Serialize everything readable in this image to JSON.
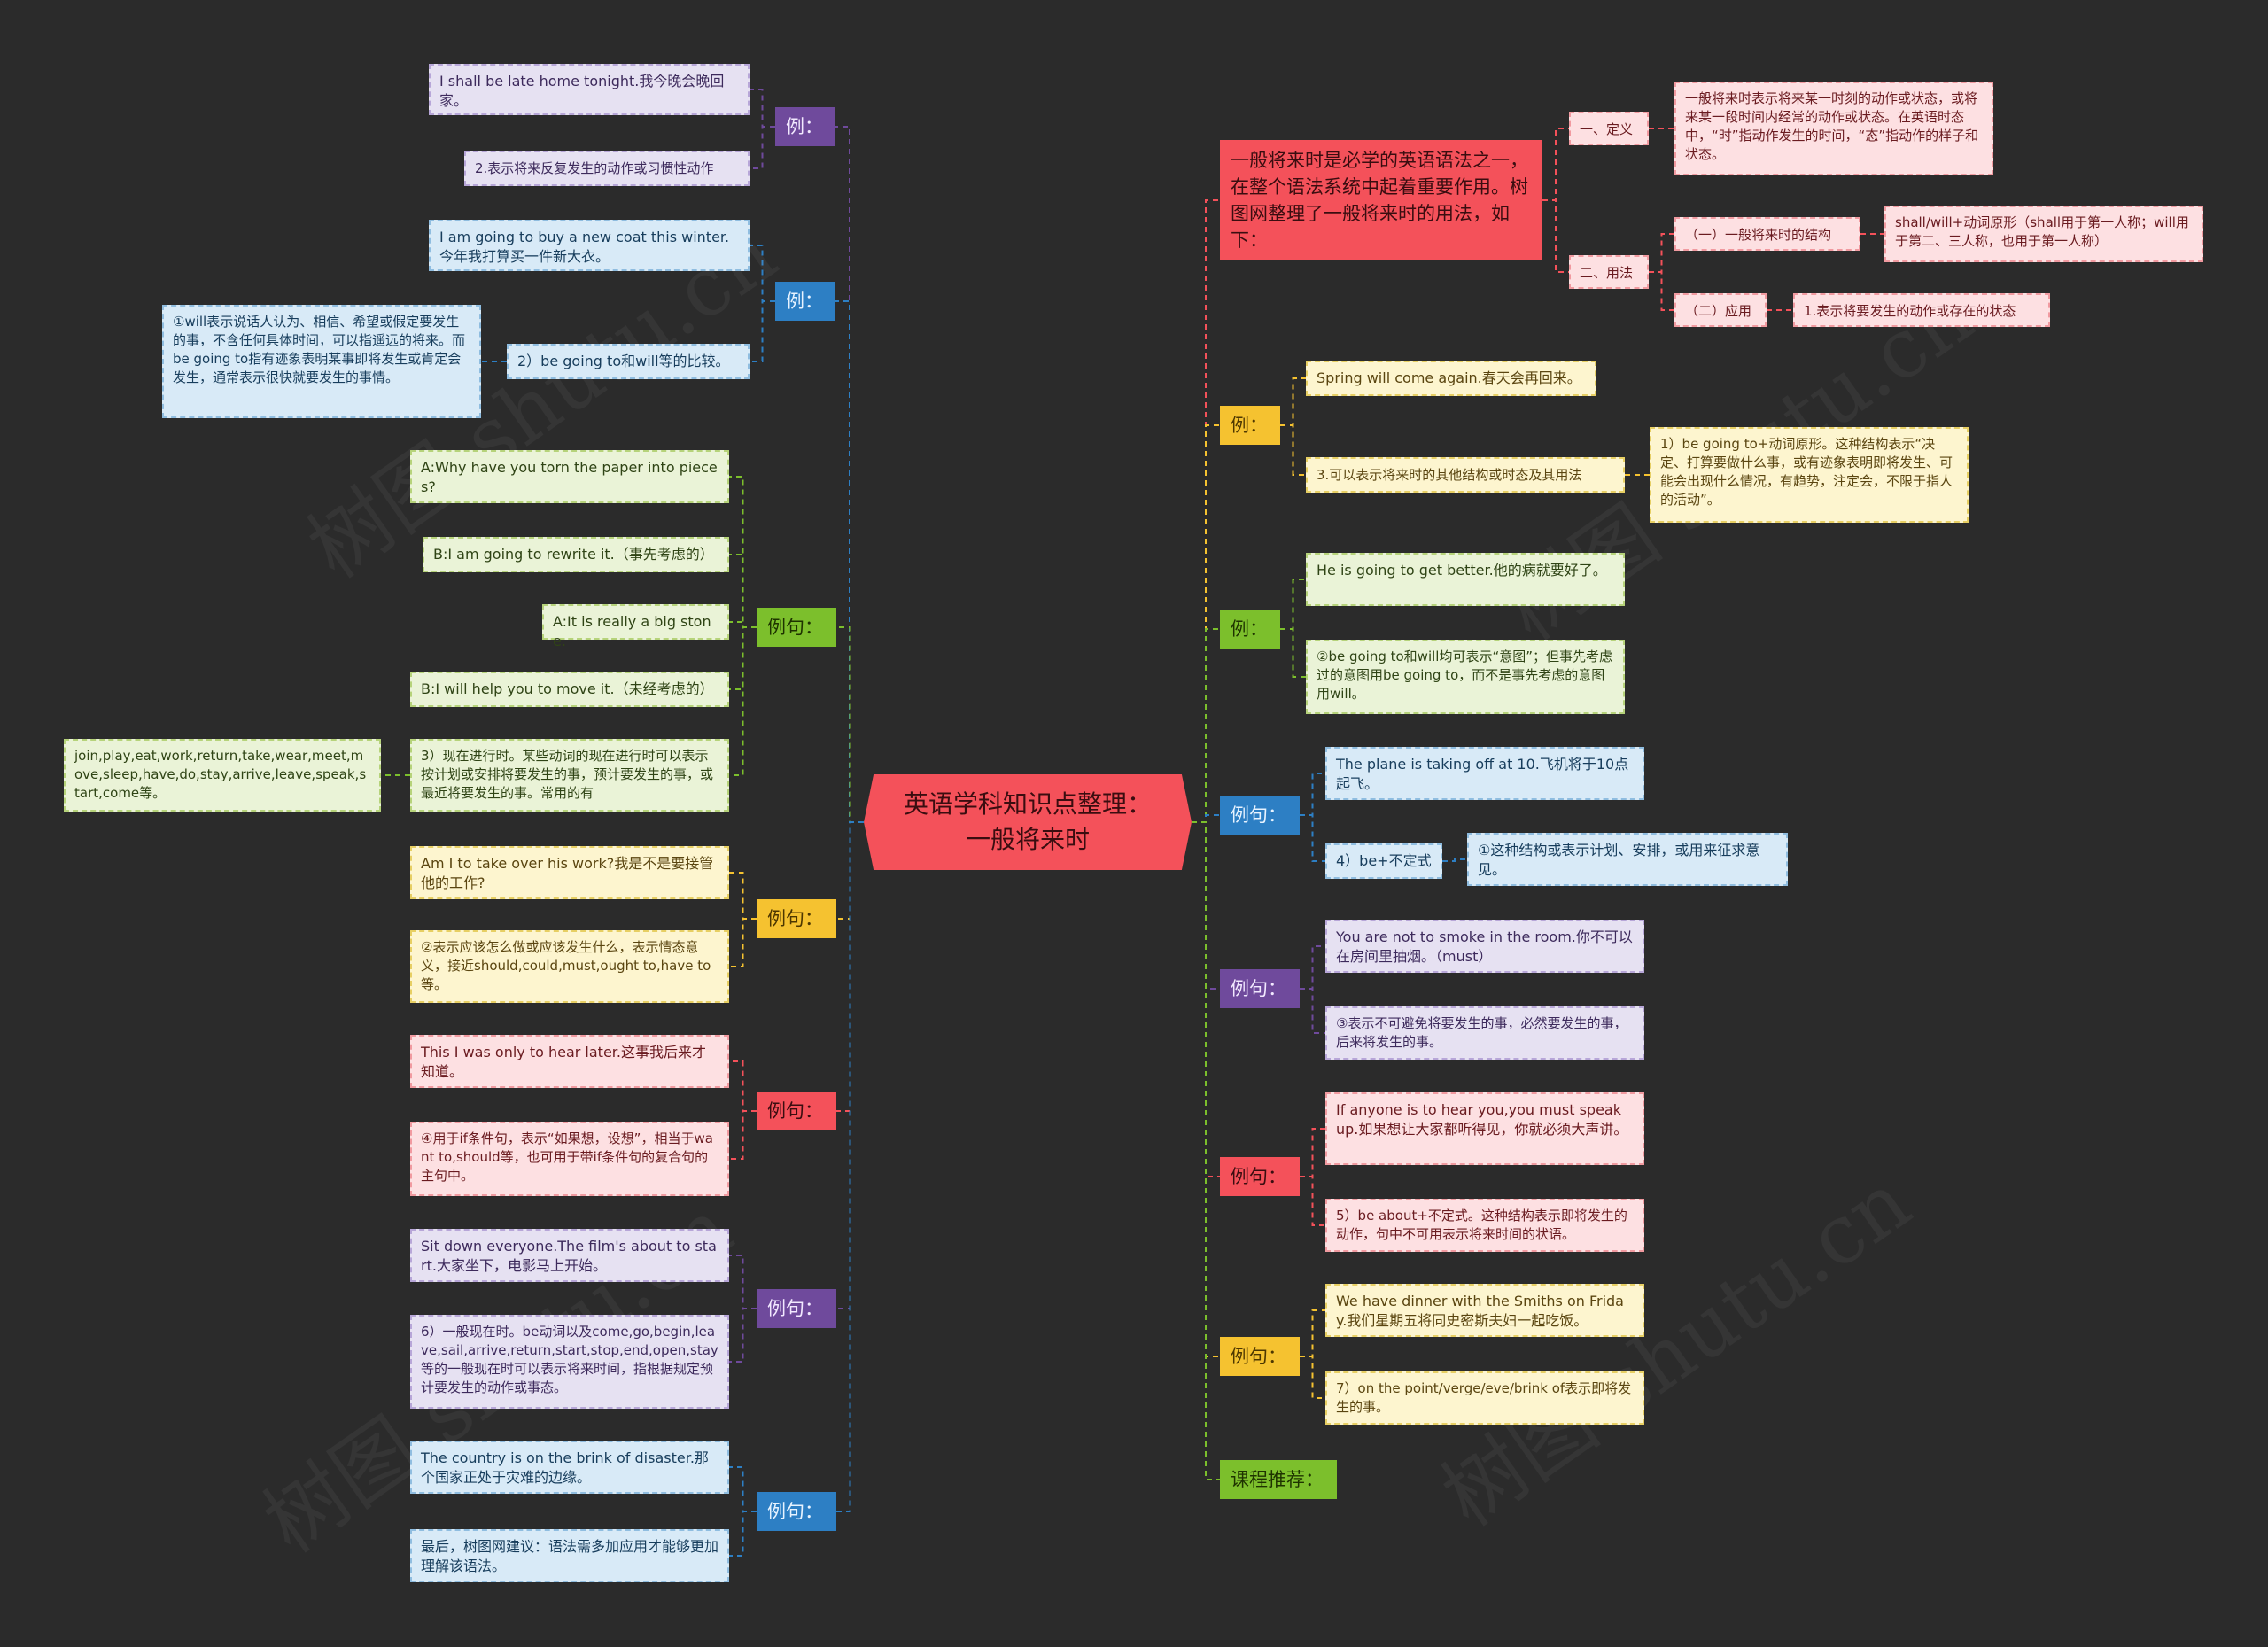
{
  "colors": {
    "background": "#2b2b2b",
    "center": "#f4515a",
    "purple": "#6f4a9c",
    "blue": "#2d7fc4",
    "green": "#7cbf2c",
    "yellow": "#f5c230",
    "red": "#f4515a"
  },
  "watermark": "树图 shutu.cn",
  "center": {
    "title": "英语学科知识点整理：一般将来时"
  },
  "left": [
    {
      "hub": "例：",
      "children": [
        "I shall be late home tonight.我今晚会晚回家。",
        "2.表示将来反复发生的动作或习惯性动作"
      ]
    },
    {
      "hub": "例：",
      "children": [
        "I am going to buy a new coat this winter.今年我打算买一件新大衣。",
        "2）be going to和will等的比较。"
      ],
      "grandchild": "①will表示说话人认为、相信、希望或假定要发生的事，不含任何具体时间，可以指遥远的将来。而be going to指有迹象表明某事即将发生或肯定会发生，通常表示很快就要发生的事情。"
    },
    {
      "hub": "例句：",
      "children": [
        "A:Why have you torn the paper into pieces?",
        "B:I am going to rewrite it.（事先考虑的）",
        "A:It is really a big stone.",
        "B:I will help you to move it.（未经考虑的）",
        "3）现在进行时。某些动词的现在进行时可以表示按计划或安排将要发生的事，预计要发生的事，或最近将要发生的事。常用的有"
      ],
      "grandchild": "join,play,eat,work,return,take,wear,meet,move,sleep,have,do,stay,arrive,leave,speak,start,come等。"
    },
    {
      "hub": "例句：",
      "children": [
        "Am I to take over his work?我是不是要接管他的工作?",
        "②表示应该怎么做或应该发生什么，表示情态意义，接近should,could,must,ought to,have to等。"
      ]
    },
    {
      "hub": "例句：",
      "children": [
        "This I was only to hear later.这事我后来才知道。",
        "④用于if条件句，表示“如果想，设想”，相当于want to,should等，也可用于带if条件句的复合句的主句中。"
      ]
    },
    {
      "hub": "例句：",
      "children": [
        "Sit down everyone.The film's about to start.大家坐下，电影马上开始。",
        "6）一般现在时。be动词以及come,go,begin,leave,sail,arrive,return,start,stop,end,open,stay等的一般现在时可以表示将来时间，指根据规定预计要发生的动作或事态。"
      ]
    },
    {
      "hub": "例句：",
      "children": [
        "The country is on the brink of disaster.那个国家正处于灾难的边缘。",
        "最后，树图网建议：语法需多加应用才能够更加理解该语法。"
      ]
    }
  ],
  "right": {
    "intro": "一般将来时是必学的英语语法之一，在整个语法系统中起着重要作用。树图网整理了一般将来时的用法，如下：",
    "definition_label": "一、定义",
    "definition_text": "一般将来时表示将来某一时刻的动作或状态，或将来某一段时间内经常的动作或状态。在英语时态中，“时”指动作发生的时间，“态”指动作的样子和状态。",
    "usage_label": "二、用法",
    "structure_label": "（一）一般将来时的结构",
    "structure_text": "shall/will+动词原形（shall用于第一人称；will用于第二、三人称，也用于第一人称）",
    "application_label": "（二）应用",
    "application_text": "1.表示将要发生的动作或存在的状态",
    "groups": [
      {
        "hub": "例：",
        "children": [
          "Spring will come again.春天会再回来。",
          "3.可以表示将来时的其他结构或时态及其用法"
        ],
        "grandchild": "1）be going to+动词原形。这种结构表示“决定、打算要做什么事，或有迹象表明即将发生、可能会出现什么情况，有趋势，注定会，不限于指人的活动”。"
      },
      {
        "hub": "例：",
        "children": [
          "He is going to get better.他的病就要好了。",
          "②be going to和will均可表示“意图”；但事先考虑过的意图用be going to，而不是事先考虑的意图用will。"
        ]
      },
      {
        "hub": "例句：",
        "children": [
          "The plane is taking off at 10.飞机将于10点起飞。",
          "4）be+不定式"
        ],
        "grandchild": "①这种结构或表示计划、安排，或用来征求意见。"
      },
      {
        "hub": "例句：",
        "children": [
          "You are not to smoke in the room.你不可以在房间里抽烟。（must）",
          "③表示不可避免将要发生的事，必然要发生的事，后来将发生的事。"
        ]
      },
      {
        "hub": "例句：",
        "children": [
          "If anyone is to hear you,you must speak up.如果想让大家都听得见，你就必须大声讲。",
          "5）be about+不定式。这种结构表示即将发生的动作，句中不可用表示将来时间的状语。"
        ]
      },
      {
        "hub": "例句：",
        "children": [
          "We have dinner with the Smiths on Friday.我们星期五将同史密斯夫妇一起吃饭。",
          "7）on the point/verge/eve/brink of表示即将发生的事。"
        ]
      }
    ],
    "recommend": "课程推荐："
  }
}
